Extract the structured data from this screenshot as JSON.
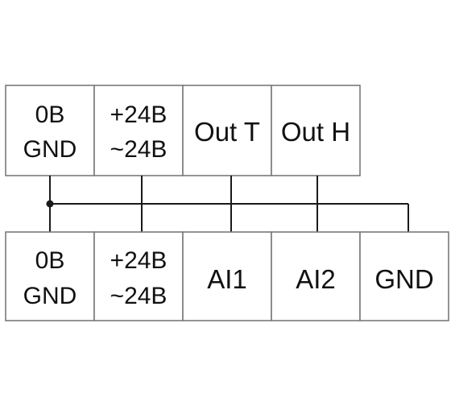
{
  "diagram": {
    "top_row": [
      {
        "line1": "0B",
        "line2": "GND"
      },
      {
        "line1": "+24B",
        "line2": "~24B"
      },
      {
        "single": "Out T"
      },
      {
        "single": "Out H"
      }
    ],
    "bottom_row": [
      {
        "line1": "0B",
        "line2": "GND"
      },
      {
        "line1": "+24B",
        "line2": "~24B"
      },
      {
        "single": "AI1"
      },
      {
        "single": "AI2"
      },
      {
        "single": "GND"
      }
    ]
  }
}
